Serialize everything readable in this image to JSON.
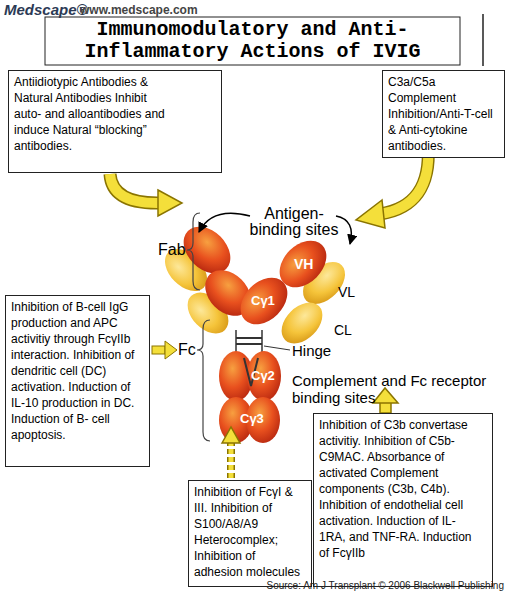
{
  "diagram": {
    "title": "Immunomodulatory and Anti- Inflammatory Actions of IVIG",
    "caption": "Source: Am J Transplant © 2006 Blackwell Publishing",
    "nodes": [
      {
        "text": [
          "Antiidiotypic Antibodies & Natural Antibodies Inhibit auto- and alloantibodies and induce Natural “blocking” antibodies."
        ]
      },
      {
        "text": [
          "C3a/C5a Complement Inhibition/Anti-T-cell & Anti-cytokine antibodies."
        ]
      },
      {
        "text": [
          "Inhibition of B-cell IgG production and APC activitiy through FcγIIb interaction. Inhibition of dendritic cell (DC) activation. Induction of IL-10 production in DC. Induction of B- cell apoptosis."
        ]
      },
      {
        "text": [
          "Inhibition of C3b convertase activitiy. Inhibition of C5b-C9MAC. Absorbance of activated Complement components (C3b, C4b). Inhibition of endothelial cell activation. Induction of IL-1RA, and TNF-RA. Induction of FcγIIb"
        ]
      },
      {
        "text": [
          "Inhibition of FcγI & III. Inhibition of S100/A8/A9 Heterocomplex; Inhibition of adhesion molecules"
        ]
      }
    ],
    "labels": [
      "Medscape®",
      "www.medscape.com",
      "Antigen- binding sites",
      "Fab",
      "VH",
      "VL",
      "Cγ1",
      "CL",
      "Hinge",
      "Fc",
      "Cγ2",
      "Cγ3",
      "Complement and Fc receptor binding sites"
    ]
  }
}
